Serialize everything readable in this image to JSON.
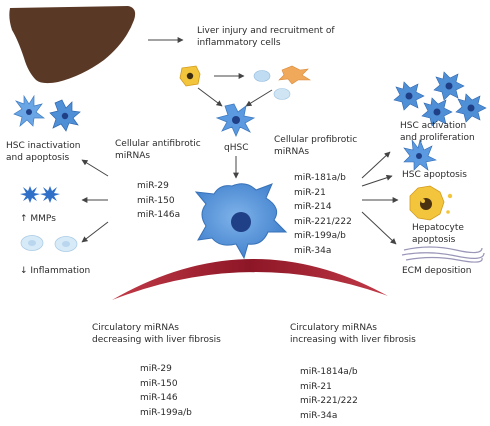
{
  "top_caption": "Liver injury and recruitment of\ninflammatory cells",
  "qhsc": "qHSC",
  "antifibrotic": {
    "title": "Cellular antifibrotic\nmiRNAs",
    "items": [
      "miR-29",
      "miR-150",
      "miR-146a"
    ]
  },
  "profibrotic": {
    "title": "Cellular profibrotic\nmiRNAs",
    "items": [
      "miR-181a/b",
      "miR-21",
      "miR-214",
      "miR-221/222",
      "miR-199a/b",
      "miR-34a"
    ]
  },
  "left_outcomes": {
    "inactivation": "HSC inactivation\nand apoptosis",
    "mmps": "↑ MMPs",
    "inflammation": "↓ Inflammation"
  },
  "right_outcomes": {
    "activation": "HSC activation\nand proliferation",
    "hsc_apoptosis": "HSC apoptosis",
    "hepatocyte": "Hepatocyte\napoptosis",
    "ecm": "ECM deposition"
  },
  "circulatory_decreasing": {
    "title": "Circulatory miRNAs\ndecreasing with liver fibrosis",
    "items": [
      "miR-29",
      "miR-150",
      "miR-146",
      "miR-199a/b"
    ]
  },
  "circulatory_increasing": {
    "title": "Circulatory miRNAs\nincreasing with liver fibrosis",
    "items": [
      "miR-1814a/b",
      "miR-21",
      "miR-221/222",
      "miR-34a"
    ]
  },
  "colors": {
    "liver": "#5a3826",
    "hsc_blue": "#4f8fd6",
    "hsc_dark": "#1f3f86",
    "arc_red": "#a11f30",
    "arrow": "#444444",
    "yellow_cell": "#f2c53d"
  }
}
